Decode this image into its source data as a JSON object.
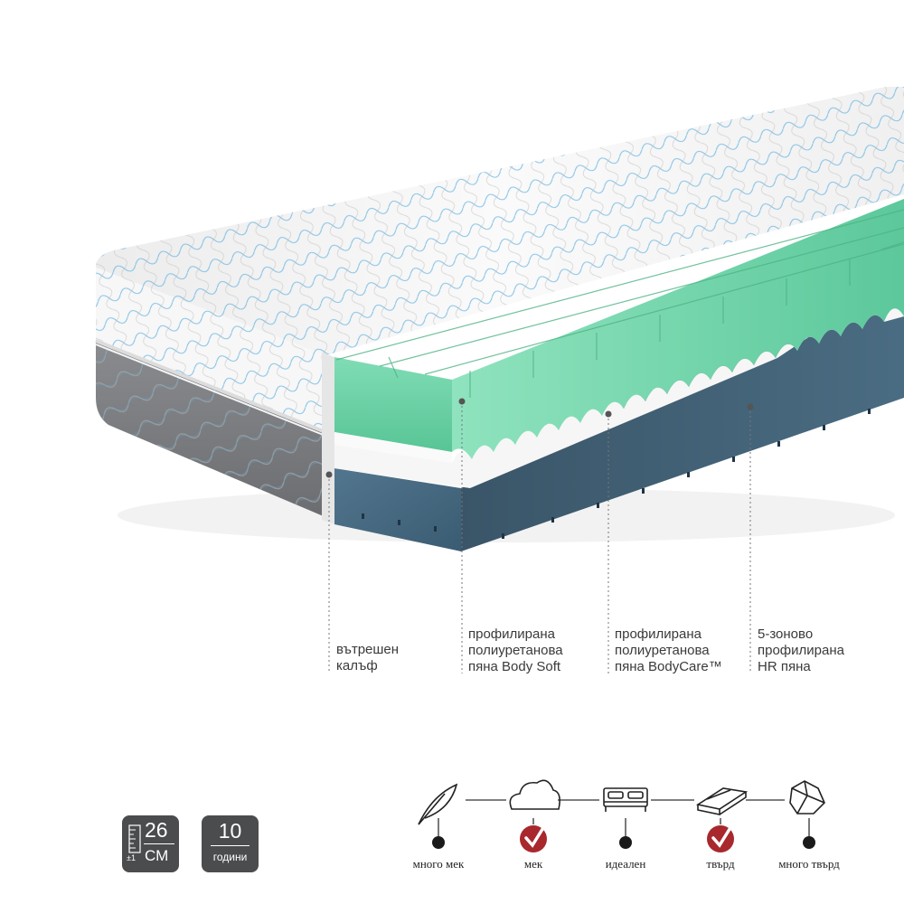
{
  "layers": [
    {
      "name": "inner-cover",
      "lines": [
        "вътрешен",
        "калъф"
      ]
    },
    {
      "name": "body-soft",
      "lines": [
        "профилирана",
        "полиуретанова",
        "пяна Body Soft"
      ]
    },
    {
      "name": "bodycare",
      "lines": [
        "профилирана",
        "полиуретанова",
        "пяна BodyCare™"
      ]
    },
    {
      "name": "hr-foam",
      "lines": [
        "5-зоново",
        "профилирана",
        "HR пяна"
      ]
    }
  ],
  "badges": {
    "height": {
      "value": "26",
      "unit": "СМ",
      "tolerance": "±1"
    },
    "warranty": {
      "value": "10",
      "unit": "години"
    }
  },
  "firmness": {
    "levels": [
      {
        "icon": "feather-icon",
        "label": "много мек",
        "selected": false
      },
      {
        "icon": "cloud-icon",
        "label": "мек",
        "selected": true
      },
      {
        "icon": "bed-icon",
        "label": "идеален",
        "selected": false
      },
      {
        "icon": "planks-icon",
        "label": "твърд",
        "selected": true
      },
      {
        "icon": "stone-icon",
        "label": "много твърд",
        "selected": false
      }
    ]
  },
  "colors": {
    "cover": "#f4f4f4",
    "quilt_blue": "#59a8da",
    "grey_border": "#77797c",
    "green_foam": "#6fd3a9",
    "white_foam": "#f7f7f7",
    "blue_foam": "#4b6f86",
    "badge": "#4b4c4e",
    "check_red": "#a8282d"
  }
}
